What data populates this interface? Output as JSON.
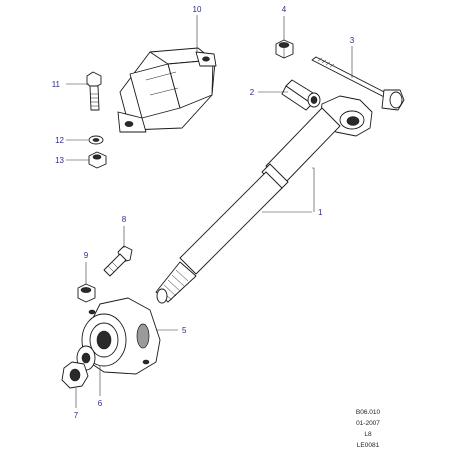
{
  "callouts": [
    {
      "id": "1",
      "text": "1"
    },
    {
      "id": "2",
      "text": "2"
    },
    {
      "id": "3",
      "text": "3"
    },
    {
      "id": "4",
      "text": "4"
    },
    {
      "id": "5",
      "text": "5"
    },
    {
      "id": "6",
      "text": "6"
    },
    {
      "id": "7",
      "text": "7"
    },
    {
      "id": "8",
      "text": "8"
    },
    {
      "id": "9",
      "text": "9"
    },
    {
      "id": "10",
      "text": "10"
    },
    {
      "id": "11",
      "text": "11"
    },
    {
      "id": "12",
      "text": "12"
    },
    {
      "id": "13",
      "text": "13"
    }
  ],
  "reference": {
    "code": "B06.010",
    "date": "01-2007",
    "level": "L8",
    "drawing": "LE0081"
  },
  "colors": {
    "callout_text": "#2b2b8a",
    "line": "#1a1a1a"
  }
}
